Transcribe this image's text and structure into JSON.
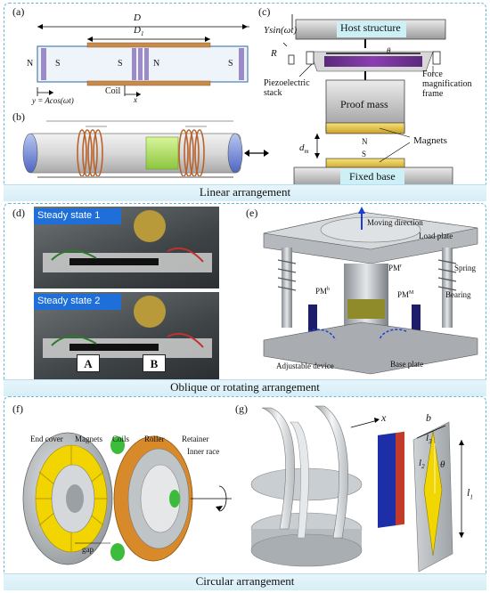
{
  "sections": {
    "linear": {
      "caption": "Linear arrangement",
      "panel_a": {
        "label": "(a)",
        "D": "D",
        "D1": "D",
        "D1_sub": "1",
        "poles": [
          "N",
          "S",
          "S",
          "N",
          "S"
        ],
        "coil": "Coil",
        "x": "x",
        "eq": "y = Acos(ωt)"
      },
      "panel_b": {
        "label": "(b)"
      },
      "panel_c": {
        "label": "(c)",
        "excitation": "Ysin(ωt)",
        "host": "Host structure",
        "R": "R",
        "theta": "θ",
        "piezo": "Piezoelectric stack",
        "force_frame": "Force magnification frame",
        "proof_mass": "Proof mass",
        "dm": "d",
        "dm_sub": "m",
        "magnets": "Magnets",
        "N": "N",
        "S": "S",
        "fixed_base": "Fixed base"
      }
    },
    "oblique": {
      "caption": "Oblique or rotating arrangement",
      "panel_d": {
        "label": "(d)",
        "state1": "Steady state 1",
        "state2": "Steady state 2",
        "A": "A",
        "B": "B"
      },
      "panel_e": {
        "label": "(e)",
        "moving": "Moving direction",
        "load_plate": "Load plate",
        "spring": "Spring",
        "bearing": "Bearing",
        "pm_r": "PM",
        "pm_r_sup": "r",
        "pm_b": "PM",
        "pm_b_sup": "b",
        "pm_m": "PM",
        "pm_m_sup": "M",
        "adjustable": "Adjustable device",
        "base_plate": "Base plate"
      }
    },
    "circular": {
      "caption": "Circular arrangement",
      "panel_f": {
        "label": "(f)",
        "end_cover": "End cover",
        "magnets": "Magnets",
        "coils": "Coils",
        "roller": "Roller",
        "retainer": "Retainer",
        "inner_race": "Inner race",
        "gap": "gap"
      },
      "panel_g": {
        "label": "(g)",
        "x": "x",
        "b": "b",
        "l1": "l",
        "l1_sub": "1",
        "l2": "l",
        "l2_sub": "2",
        "l3": "l",
        "l3_sub": "3",
        "theta": "θ"
      }
    }
  }
}
